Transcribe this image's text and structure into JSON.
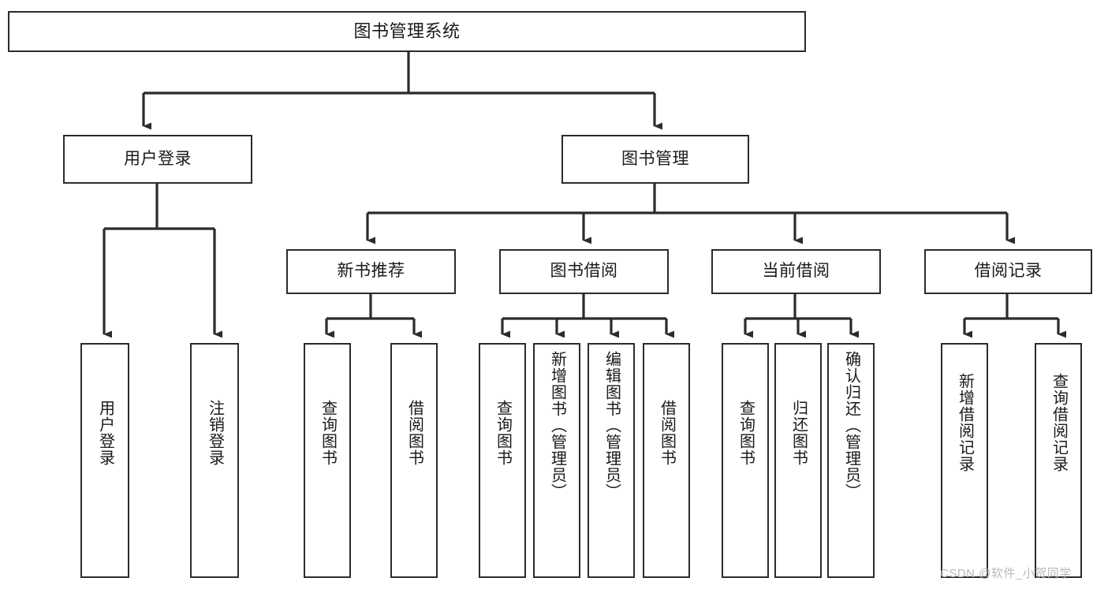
{
  "diagram": {
    "type": "hierarchy-tree",
    "title": "图书管理系统",
    "root": {
      "label": "图书管理系统"
    },
    "level1": [
      {
        "label": "用户登录"
      },
      {
        "label": "图书管理"
      }
    ],
    "level2": [
      {
        "label": "新书推荐"
      },
      {
        "label": "图书借阅"
      },
      {
        "label": "当前借阅"
      },
      {
        "label": "借阅记录"
      }
    ],
    "leaves": {
      "user_login": [
        {
          "label": "用户登录"
        },
        {
          "label": "注销登录"
        }
      ],
      "new_book_recommend": [
        {
          "label": "查询图书"
        },
        {
          "label": "借阅图书"
        }
      ],
      "book_borrow": [
        {
          "label": "查询图书"
        },
        {
          "label": "新增图书（管理员）"
        },
        {
          "label": "编辑图书（管理员）"
        },
        {
          "label": "借阅图书"
        }
      ],
      "current_borrow": [
        {
          "label": "查询图书"
        },
        {
          "label": "归还图书"
        },
        {
          "label": "确认归还（管理员）"
        }
      ],
      "borrow_record": [
        {
          "label": "新增借阅记录"
        },
        {
          "label": "查询借阅记录"
        }
      ]
    }
  },
  "watermark": {
    "text": "CSDN @软件_小贺同学"
  },
  "colors": {
    "background": "#ffffff",
    "stroke": "#2b2b2b",
    "text": "#1a1a1a",
    "watermark": "#b9b9b9"
  }
}
